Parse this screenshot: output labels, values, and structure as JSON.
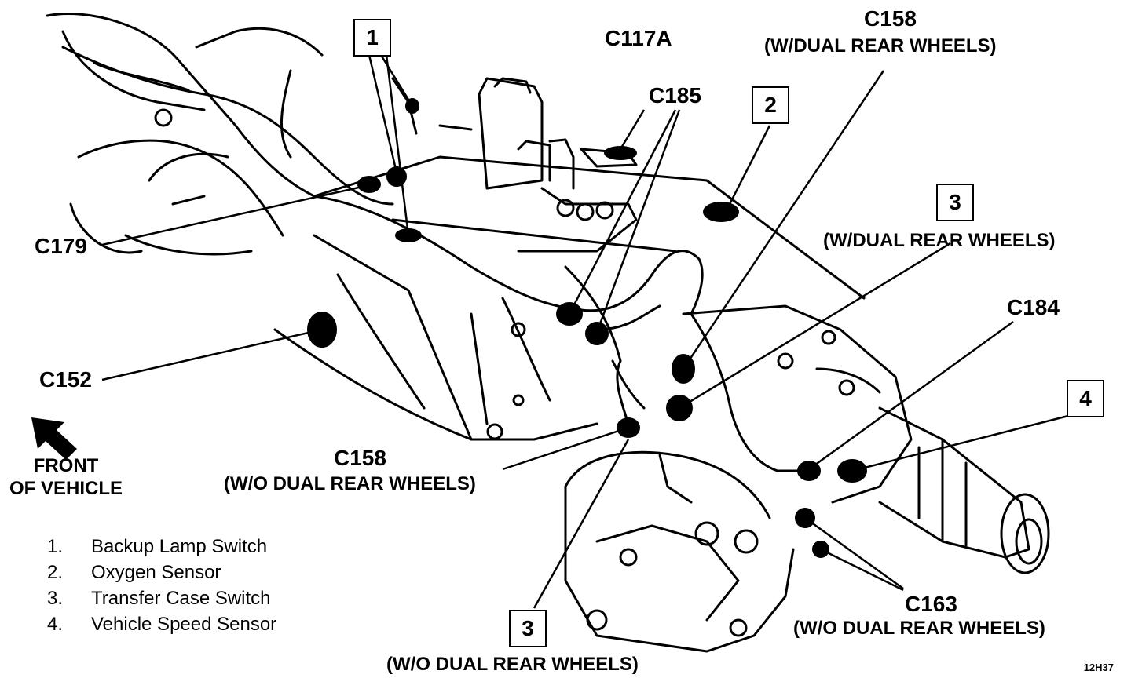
{
  "connectors": {
    "c117a": "C117A",
    "c158_top": "C158",
    "c158_top_note": "(W/DUAL REAR WHEELS)",
    "c185": "C185",
    "c179": "C179",
    "c152": "C152",
    "c184": "C184",
    "c158_bottom": "C158",
    "c158_bottom_note": "(W/O DUAL REAR WHEELS)",
    "c163": "C163",
    "c163_note": "(W/O DUAL REAR WHEELS)"
  },
  "callouts": {
    "box1": "1",
    "box2": "2",
    "box3_top": "3",
    "box3_top_note": "(W/DUAL REAR WHEELS)",
    "box4": "4",
    "box3_bottom": "3",
    "box3_bottom_note": "(W/O DUAL REAR WHEELS)"
  },
  "front": {
    "line1": "FRONT",
    "line2": "OF VEHICLE"
  },
  "legend": [
    {
      "num": "1.",
      "label": "Backup Lamp Switch"
    },
    {
      "num": "2.",
      "label": "Oxygen Sensor"
    },
    {
      "num": "3.",
      "label": "Transfer Case Switch"
    },
    {
      "num": "4.",
      "label": "Vehicle Speed Sensor"
    }
  ],
  "figure_id": "12H37"
}
